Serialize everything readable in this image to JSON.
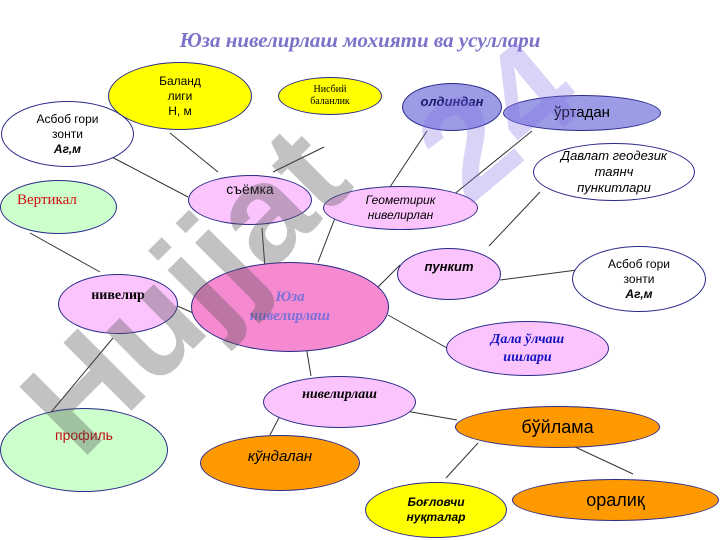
{
  "title": "Юза нивелирлаш мохияти ва усуллари",
  "watermark": {
    "text": "Hujjat",
    "number": "24"
  },
  "nodes": {
    "baland": [
      "Баланд",
      "лиги",
      "Н, м"
    ],
    "nisbiy": [
      "Нисбий",
      "баланлик"
    ],
    "asbob_left": [
      "Асбоб гори",
      "зонти",
      "Аг,м"
    ],
    "vertikal": "Вертикал",
    "syomka": "съёмка",
    "oldindan": "олдиндан",
    "urtadan": "ўртадан",
    "davlat": [
      "Давлат геодезик",
      "таянч",
      "пункитлари"
    ],
    "geometrik": [
      "Геометирик",
      "нивелирлан"
    ],
    "punkit": "пункит",
    "asbob_right": [
      "Асбоб гори",
      "зонти",
      "Аг,м"
    ],
    "center": [
      "Юза",
      "нивелирлаш"
    ],
    "nivelir": "нивелир",
    "dala": [
      "Дала ўлчаш",
      "ишлари"
    ],
    "nivelirlash": "нивелирлаш",
    "buylama": "бўйлама",
    "profil": "профиль",
    "kundalan": "кўндалан",
    "boglovchi": [
      "Боғловчи",
      "нуқталар"
    ],
    "oraliq": "оралиқ"
  }
}
